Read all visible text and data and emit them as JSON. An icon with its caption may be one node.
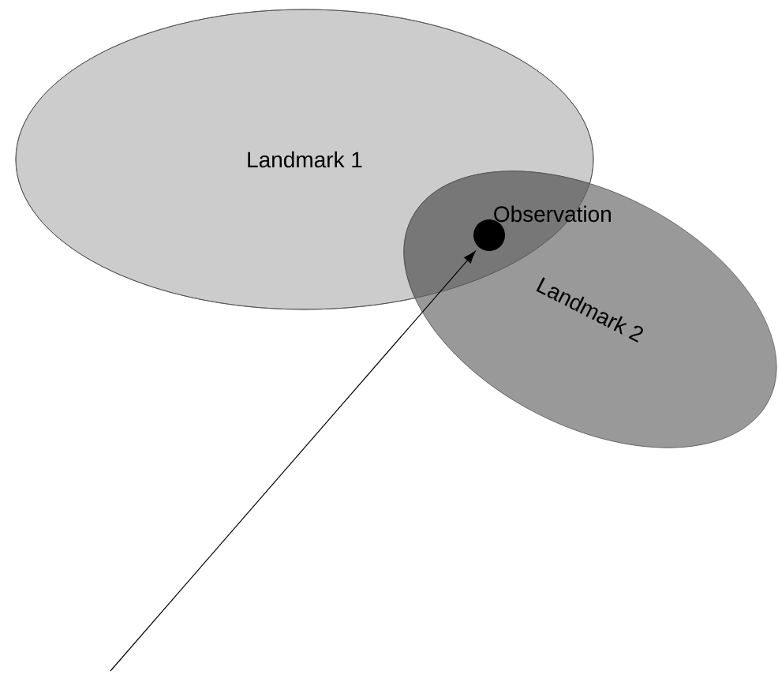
{
  "diagram": {
    "nodes": [
      {
        "text": [
          "Landmark 1"
        ]
      },
      {
        "text": [
          "Landmark 2"
        ]
      },
      {
        "text": [],
        "shape": "circle",
        "beside": [
          "Observation"
        ]
      }
    ],
    "edges": [
      {
        "from": null,
        "to": 2,
        "arrow": "to"
      }
    ]
  }
}
